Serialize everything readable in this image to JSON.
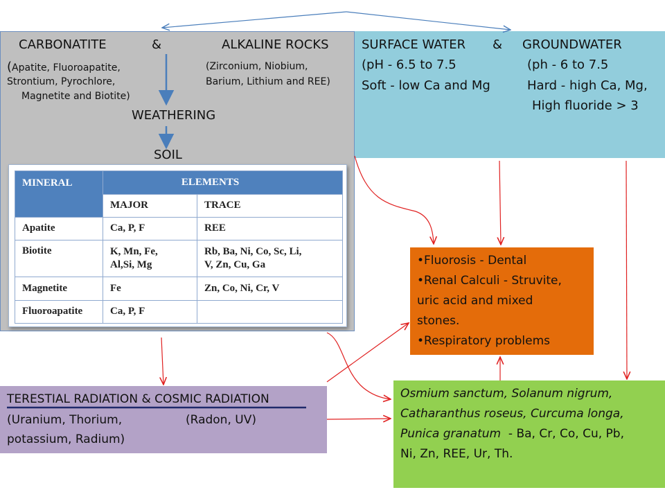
{
  "carbonatite": {
    "title_left": "CARBONATITE",
    "amp": "&",
    "title_right": "ALKALINE ROCKS",
    "left_list": [
      "(Apatite, Fluoroapatite,",
      "Strontium, Pyrochlore,",
      "Magnetite and Biotite)"
    ],
    "right_list": [
      "(Zirconium, Niobium,",
      "Barium, Lithium and REE)"
    ],
    "weathering": "WEATHERING",
    "soil": "SOIL"
  },
  "table": {
    "header_mineral": "MINERAL",
    "header_elements": "ELEMENTS",
    "sub_major": "MAJOR",
    "sub_trace": "TRACE",
    "rows": [
      {
        "mineral": "Apatite",
        "major": [
          "Ca, P, F"
        ],
        "trace": [
          "REE"
        ]
      },
      {
        "mineral": "Biotite",
        "major": [
          "K, Mn, Fe,",
          "Al,Si, Mg"
        ],
        "trace": [
          "Rb, Ba, Ni, Co, Sc, Li,",
          "V, Zn, Cu, Ga"
        ]
      },
      {
        "mineral": "Magnetite",
        "major": [
          "Fe"
        ],
        "trace": [
          "Zn, Co, Ni, Cr, V"
        ]
      },
      {
        "mineral": "Fluoroapatite",
        "major": [
          "Ca, P, F"
        ],
        "trace": [
          ""
        ]
      }
    ]
  },
  "water": {
    "title_left": "SURFACE WATER",
    "amp": "&",
    "title_right": "GROUNDWATER",
    "left_lines": [
      "(pH - 6.5 to 7.5",
      "Soft - low Ca and Mg"
    ],
    "right_lines": [
      "(ph - 6 to 7.5",
      "Hard - high Ca, Mg,",
      "High fluoride > 3"
    ]
  },
  "health": {
    "items": [
      "•Fluorosis - Dental",
      "•Renal Calculi - Struvite,",
      "uric acid and mixed",
      "stones.",
      "•Respiratory problems"
    ]
  },
  "radiation": {
    "title": "TERESTIAL RADIATION & COSMIC RADIATION",
    "line1_left": "(Uranium, Thorium,",
    "line1_right": "(Radon, UV)",
    "line2": "potassium, Radium)"
  },
  "plants": {
    "line1": "Osmium sanctum, Solanum nigrum,",
    "line2": "Catharanthus roseus, Curcuma longa,",
    "line3_italic": "Punica granatum",
    "line3_rest": "  - Ba, Cr, Co, Cu, Pb,",
    "line4": "Ni, Zn, REE, Ur, Th."
  },
  "colors": {
    "carbonatite_bg": "#bfbfbf",
    "water_bg": "#92cddc",
    "health_bg": "#e46c0a",
    "plant_bg": "#92d050",
    "radiation_bg": "#b3a2c7",
    "table_header": "#4f81bd",
    "arrow_red": "#e02020",
    "arrow_blue": "#4a7ebb"
  }
}
